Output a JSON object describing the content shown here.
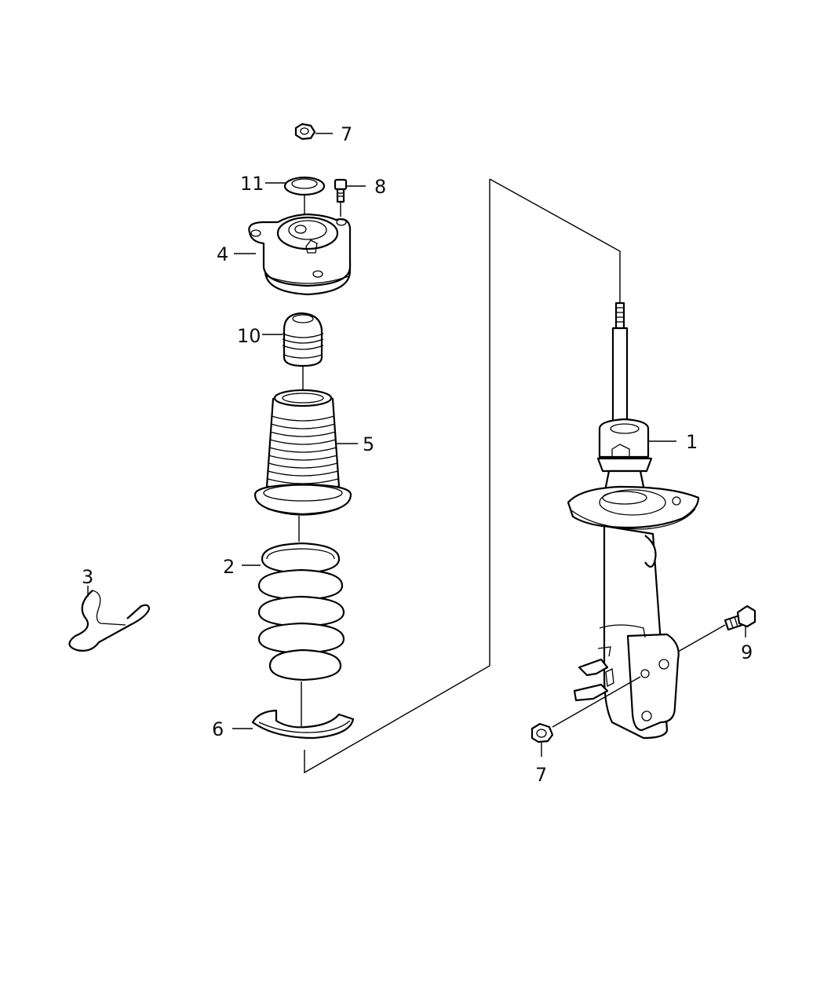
{
  "diagram": {
    "callouts": {
      "c1": "1",
      "c2": "2",
      "c3": "3",
      "c4": "4",
      "c5": "5",
      "c6": "6",
      "c7_top": "7",
      "c7_bottom": "7",
      "c8": "8",
      "c9": "9",
      "c10": "10",
      "c11": "11"
    },
    "parts": [
      "strut-assembly",
      "coil-spring",
      "spring-clip",
      "strut-mount",
      "dust-boot",
      "spring-isolator",
      "nut",
      "bolt",
      "bolt",
      "jounce-bumper",
      "washer"
    ]
  }
}
